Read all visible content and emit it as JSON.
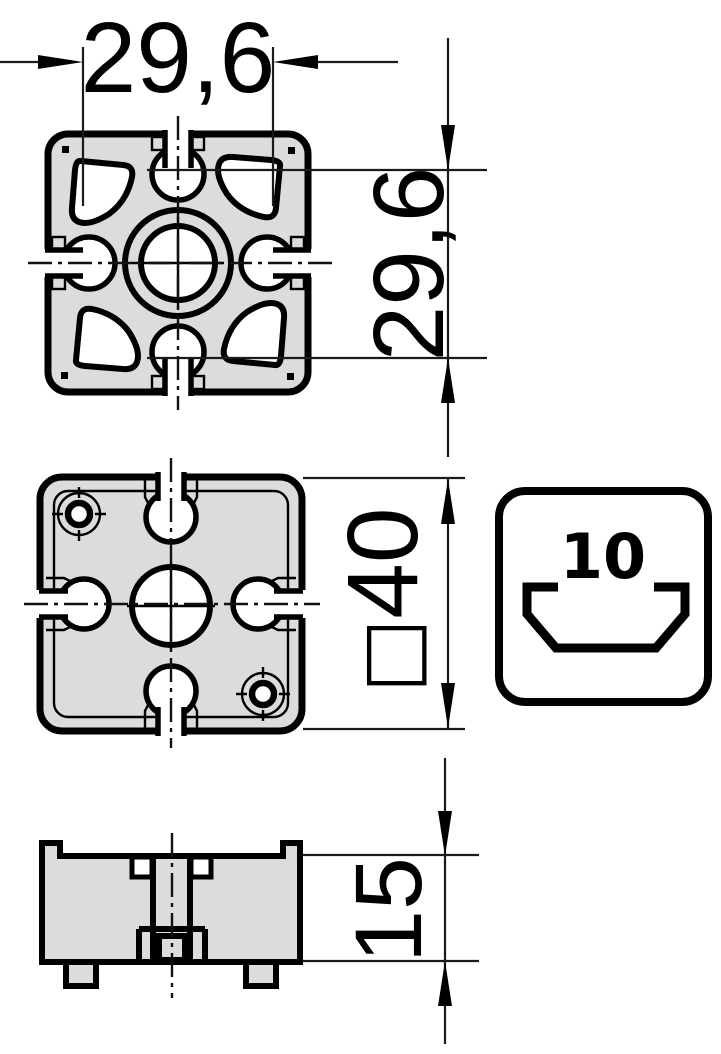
{
  "colors": {
    "background": "#ffffff",
    "part_fill": "#dcdcdc",
    "line": "#000000"
  },
  "dimensions": {
    "slot_pitch_width": {
      "label": "29,6"
    },
    "slot_pitch_height": {
      "label": "29,6"
    },
    "profile_size": {
      "symbol": "□",
      "value": "40"
    },
    "side_height": {
      "label": "15"
    }
  },
  "groove_icon": {
    "label": "10"
  }
}
